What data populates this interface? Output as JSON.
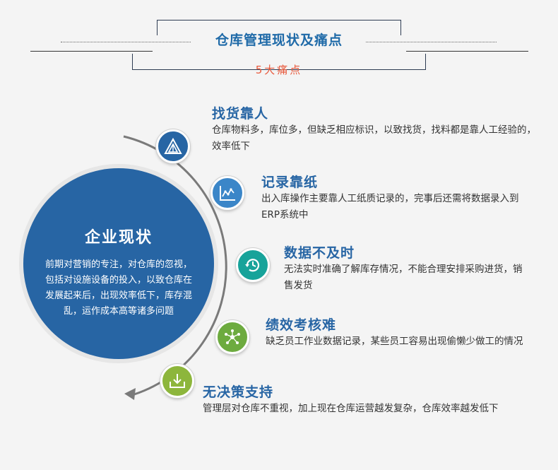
{
  "header": {
    "title": "仓库管理现状及痛点",
    "subtitle": "5大痛点"
  },
  "center": {
    "title": "企业现状",
    "text": "前期对营销的专注，对仓库的忽视，包括对设施设备的投入，以致仓库在发展起来后，出现效率低下，库存混乱，运作成本高等诸多问题"
  },
  "items": [
    {
      "title": "找货靠人",
      "desc": "仓库物料多，库位多，但缺乏相应标识，以致找货，找料都是靠人工经验的，效率低下",
      "icon": "triangle-icon",
      "color": "#2765a4"
    },
    {
      "title": "记录靠纸",
      "desc": "出入库操作主要靠人工纸质记录的，完事后还需将数据录入到ERP系统中",
      "icon": "chart-icon",
      "color": "#3b86c8"
    },
    {
      "title": "数据不及时",
      "desc": "无法实时准确了解库存情况，不能合理安排采购进货，销售发货",
      "icon": "clock-icon",
      "color": "#17a39a"
    },
    {
      "title": "绩效考核难",
      "desc": "缺乏员工作业数据记录，某些员工容易出现偷懒少做工的情况",
      "icon": "network-icon",
      "color": "#6dab3f"
    },
    {
      "title": "无决策支持",
      "desc": "管理层对仓库不重视，加上现在仓库运营越发复杂，仓库效率越发低下",
      "icon": "download-icon",
      "color": "#8db63c"
    }
  ]
}
